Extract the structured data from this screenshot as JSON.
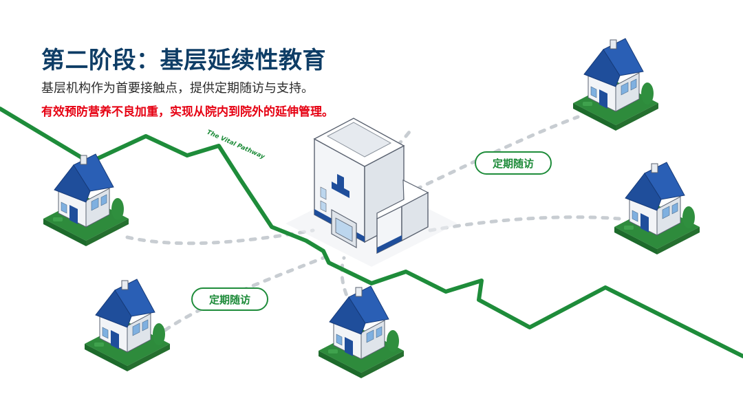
{
  "title": "第二阶段：基层延续性教育",
  "subtitle": "基层机构作为首要接触点，提供定期随访与支持。",
  "highlight": "有效预防营养不良加重，实现从院内到院外的延伸管理。",
  "pathway_label": "The Vital Pathway",
  "followup_labels": [
    "定期随访",
    "定期随访"
  ],
  "icons": {
    "hub": "hospital-icon",
    "nodes": [
      "house-icon",
      "house-icon",
      "house-icon",
      "house-icon",
      "house-icon"
    ]
  },
  "colors": {
    "title": "#0e3d66",
    "highlight": "#e60012",
    "pathway": "#1e8c3a",
    "roof": "#1f4e9b",
    "grass": "#2e8b3c",
    "footprints": "#c8cdd2"
  }
}
